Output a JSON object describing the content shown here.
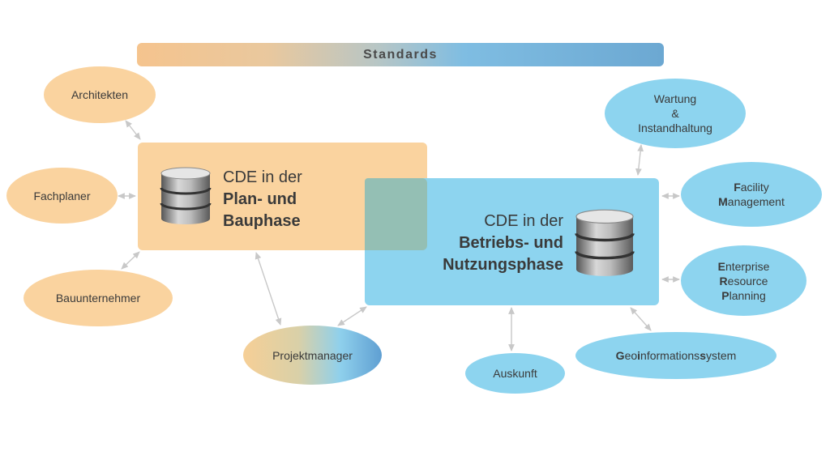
{
  "standards": {
    "label": "Standards"
  },
  "cde_plan": {
    "line1": "CDE in der",
    "line2": "Plan- und",
    "line3": "Bauphase"
  },
  "cde_betrieb": {
    "line1": "CDE in der",
    "line2": "Betriebs- und",
    "line3": "Nutzungsphase"
  },
  "stakeholders": {
    "architekten": "Architekten",
    "fachplaner": "Fachplaner",
    "bauunternehmer": "Bauunternehmer",
    "projektmanager": "Projektmanager",
    "auskunft": "Auskunft",
    "wartung": {
      "line1": "Wartung",
      "line2": "&",
      "line3": "Instandhaltung"
    },
    "fm": {
      "l1_cap": "F",
      "l1_rest": "acility",
      "l2_cap": "M",
      "l2_rest": "anagement"
    },
    "erp": {
      "l1_cap": "E",
      "l1_rest": "nterprise",
      "l2_cap": "R",
      "l2_rest": "esource",
      "l3_cap": "P",
      "l3_rest": "lanning"
    },
    "gis": {
      "p1_cap": "G",
      "p2": "eo",
      "p3_cap": "i",
      "p4": "nformations",
      "p5_cap": "s",
      "p6": "ystem"
    }
  },
  "colors": {
    "orange": "#fad39f",
    "blue": "#8dd4ef",
    "overlap": "#94bfb4",
    "arrow": "#c8c8c8"
  }
}
